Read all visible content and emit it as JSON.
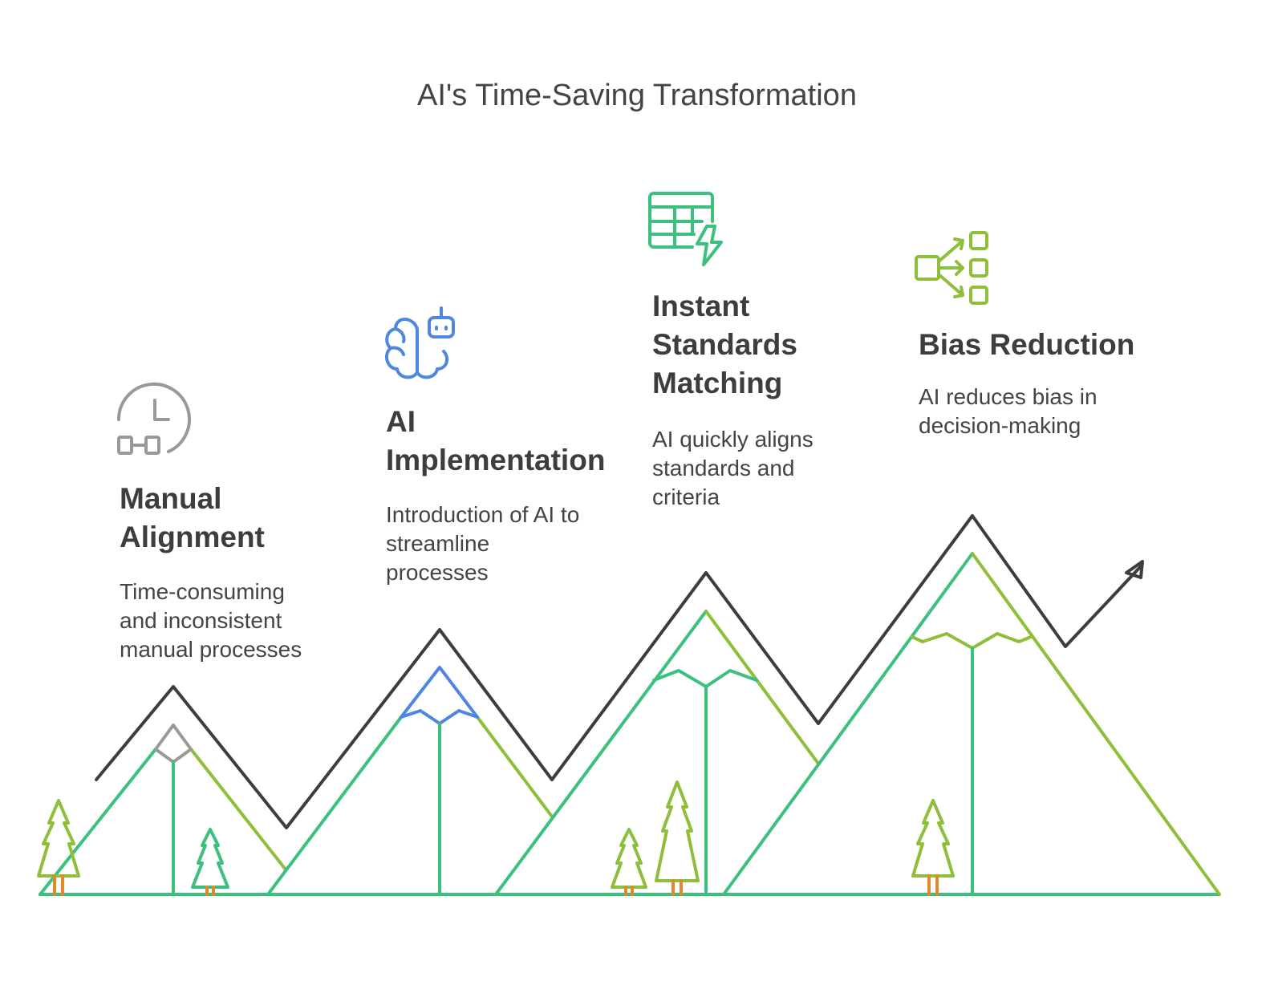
{
  "title": "AI's Time-Saving Transformation",
  "colors": {
    "dark_line": "#3d3d3d",
    "green": "#3cc07e",
    "lime": "#8fbe3a",
    "blue": "#4f86e0",
    "gray": "#999999",
    "trunk": "#e08a2e"
  },
  "stages": [
    {
      "icon": "clock-process-icon",
      "heading_lines": [
        "Manual",
        "Alignment"
      ],
      "desc_lines": [
        "Time-consuming",
        "and inconsistent",
        "manual processes"
      ]
    },
    {
      "icon": "ai-brain-robot-icon",
      "heading_lines": [
        "AI",
        "Implementation"
      ],
      "desc_lines": [
        "Introduction of AI to",
        "streamline",
        "processes"
      ]
    },
    {
      "icon": "table-lightning-icon",
      "heading_lines": [
        "Instant",
        "Standards",
        "Matching"
      ],
      "desc_lines": [
        "AI quickly aligns",
        "standards and",
        "criteria"
      ]
    },
    {
      "icon": "branching-flow-icon",
      "heading_lines": [
        "Bias Reduction"
      ],
      "desc_lines": [
        "AI reduces bias in",
        "decision-making"
      ]
    }
  ]
}
